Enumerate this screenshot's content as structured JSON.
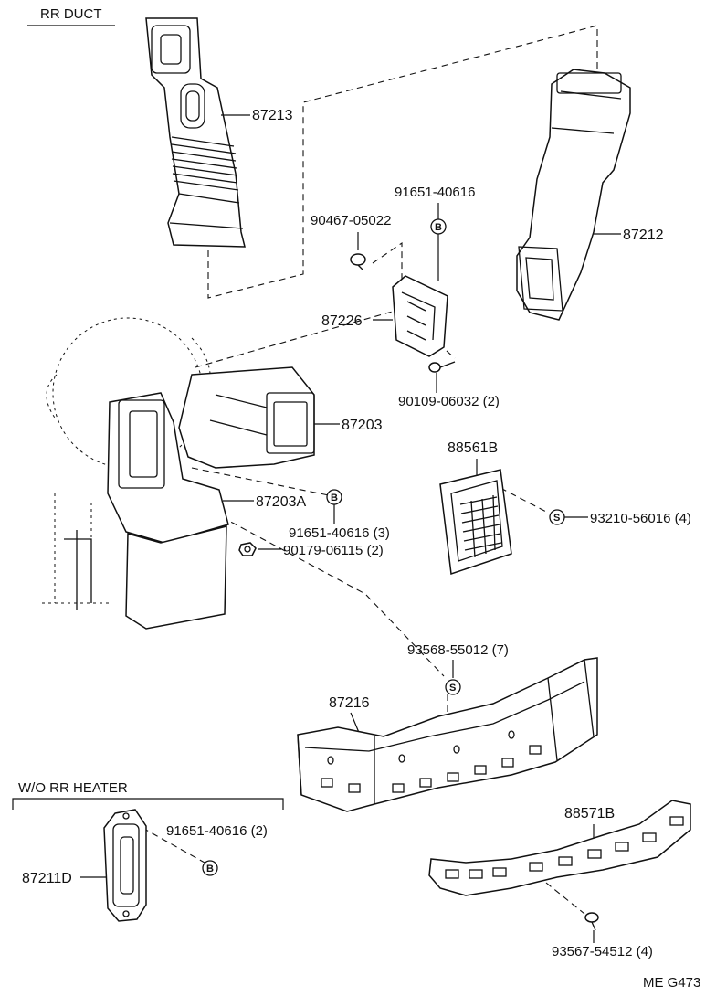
{
  "sections": {
    "rr_duct": "RR DUCT",
    "wo_rr_heater": "W/O RR HEATER"
  },
  "parts": {
    "p87213": "87213",
    "p87212": "87212",
    "p91651_40616": "91651-40616",
    "p90467_05022": "90467-05022",
    "p87226": "87226",
    "p90109_06032": "90109-06032 (2)",
    "p87203": "87203",
    "p88561b": "88561B",
    "p87203a": "87203A",
    "p91651_40616_3": "91651-40616 (3)",
    "p90179_06115": "90179-06115 (2)",
    "p93210_56016": "93210-56016 (4)",
    "p93568_55012": "93568-55012 (7)",
    "p87216": "87216",
    "p91651_40616_2": "91651-40616 (2)",
    "p87211d": "87211D",
    "p88571b": "88571B",
    "p93567_54512": "93567-54512 (4)"
  },
  "markers": {
    "b": "B",
    "s": "S"
  },
  "code": "ME G473"
}
